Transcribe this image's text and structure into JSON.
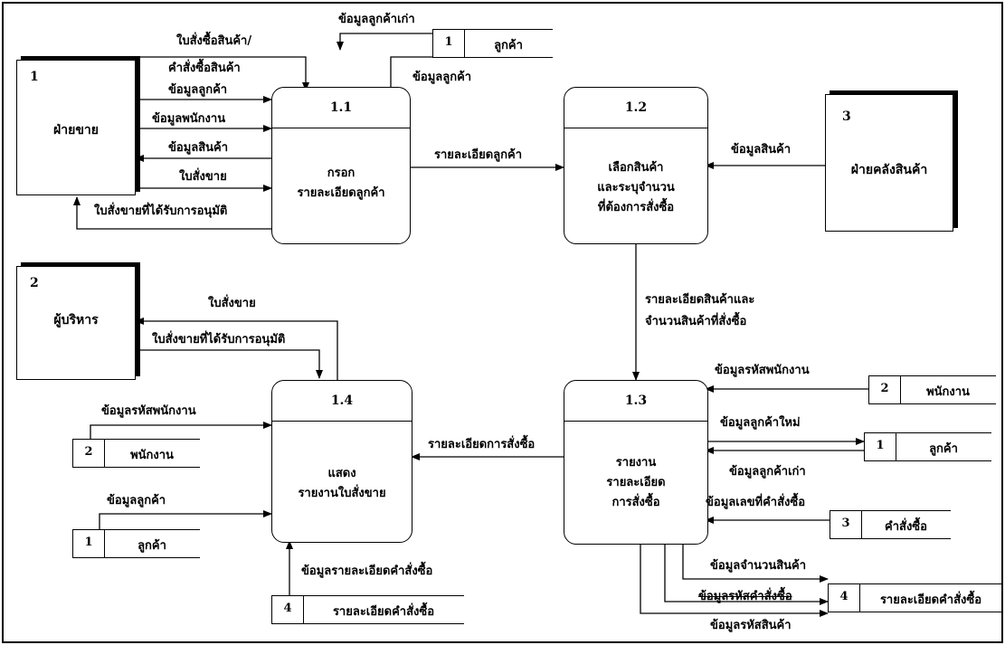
{
  "entities": {
    "sales": {
      "id": "1",
      "name": "ฝ่ายขาย"
    },
    "management": {
      "id": "2",
      "name": "ผู้บริหาร"
    },
    "warehouse": {
      "id": "3",
      "name": "ฝ่ายคลังสินค้า"
    }
  },
  "processes": {
    "p11": {
      "id": "1.1",
      "name": "กรอก\nรายละเอียดลูกค้า"
    },
    "p12": {
      "id": "1.2",
      "name": "เลือกสินค้า\nและระบุจำนวน\nที่ต้องการสั่งซื้อ"
    },
    "p13": {
      "id": "1.3",
      "name": "รายงาน\nรายละเอียด\nการสั่งซื้อ"
    },
    "p14": {
      "id": "1.4",
      "name": "แสดง\nรายงานใบสั่งขาย"
    }
  },
  "stores": {
    "customer_top": {
      "no": "1",
      "name": "ลูกค้า"
    },
    "employee_right": {
      "no": "2",
      "name": "พนักงาน"
    },
    "customer_right": {
      "no": "1",
      "name": "ลูกค้า"
    },
    "order_right": {
      "no": "3",
      "name": "คำสั่งซื้อ"
    },
    "orderdetail_right": {
      "no": "4",
      "name": "รายละเอียดคำสั่งซื้อ"
    },
    "employee_left": {
      "no": "2",
      "name": "พนักงาน"
    },
    "customer_left": {
      "no": "1",
      "name": "ลูกค้า"
    },
    "orderdetail_bottom": {
      "no": "4",
      "name": "รายละเอียดคำสั่งซื้อ"
    }
  },
  "flows": {
    "f1": "ใบสั่งซื้อสินค้า/",
    "f2": "คำสั่งซื้อสินค้า",
    "f3": "ข้อมูลลูกค้า",
    "f4": "ข้อมูลพนักงาน",
    "f5": "ข้อมูลสินค้า",
    "f6": "ใบสั่งขาย",
    "f7": "ใบสั่งขายที่ได้รับการอนุมัติ",
    "f8": "ข้อมูลลูกค้าเก่า",
    "f9": "ข้อมูลลูกค้า",
    "f10": "รายละเอียดลูกค้า",
    "f11": "ข้อมูลสินค้า",
    "f12": "รายละเอียดสินค้าและ",
    "f13": "จำนวนสินค้าที่สั่งซื้อ",
    "f14": "ใบสั่งขาย",
    "f15": "ใบสั่งขายที่ได้รับการอนุมัติ",
    "f16": "ข้อมูลรหัสพนักงาน",
    "f17": "ข้อมูลลูกค้า",
    "f18": "รายละเอียดการสั่งซื้อ",
    "f19": "ข้อมูลรายละเอียดคำสั่งซื้อ",
    "f20": "ข้อมูลรหัสพนักงาน",
    "f21": "ข้อมูลลูกค้าใหม่",
    "f22": "ข้อมูลลูกค้าเก่า",
    "f23": "ข้อมูลเลขที่คำสั่งซื้อ",
    "f24": "ข้อมูลจำนวนสินค้า",
    "f25": "ข้อมูลรหัสคำสั่งซื้อ",
    "f26": "ข้อมูลรหัสสินค้า"
  }
}
